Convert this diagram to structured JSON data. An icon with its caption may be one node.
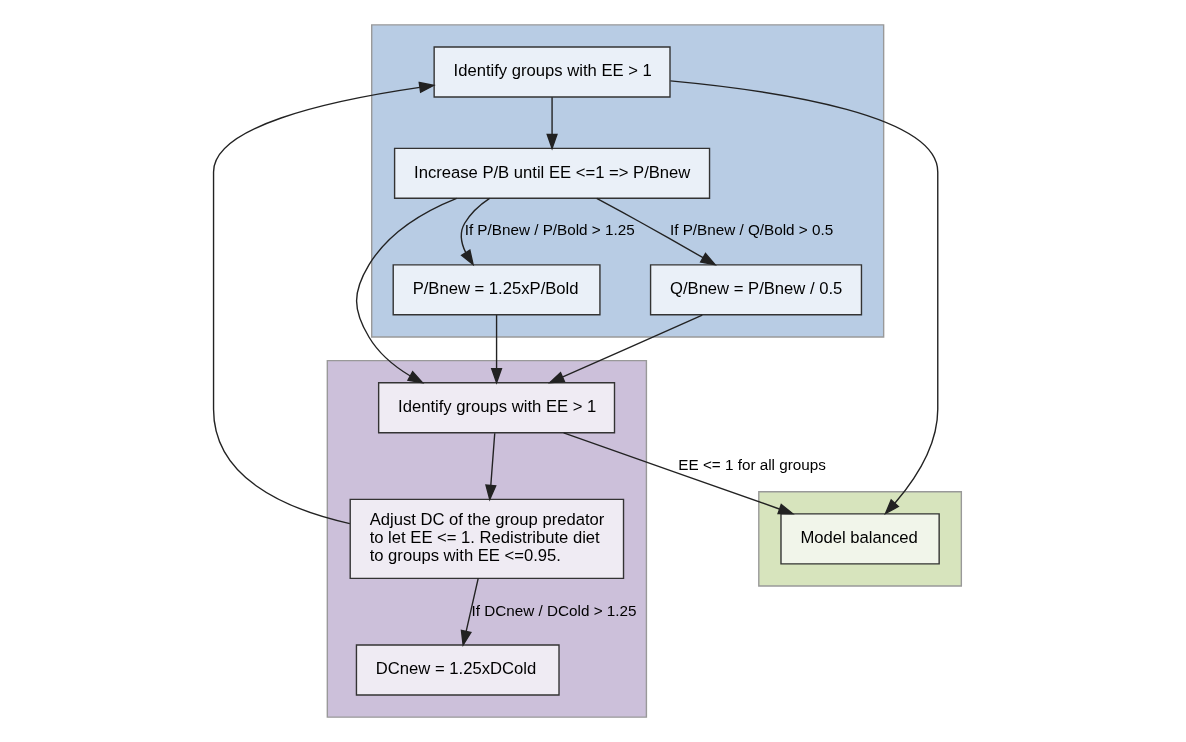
{
  "diagram": {
    "nodes": [
      {
        "text": [],
        "shape": "band"
      },
      {
        "text": [
          "Identify groups with EE > 1"
        ],
        "in": 0
      },
      {
        "text": [
          "Increase P/B until EE <=1 => P/Bnew"
        ],
        "in": 0
      },
      {
        "text": [
          "P/Bnew = 1.25xP/Bold"
        ],
        "in": 0
      },
      {
        "text": [
          "Q/Bnew = P/Bnew / 0.5"
        ],
        "in": 0
      },
      {
        "text": [],
        "shape": "band"
      },
      {
        "text": [
          "Identify groups with EE > 1"
        ],
        "in": 5
      },
      {
        "text": [
          "Adjust DC of the group predator to let EE <= 1. Redistribute diet to groups with EE <=0.95."
        ],
        "in": 5
      },
      {
        "text": [
          "DCnew = 1.25xDCold"
        ],
        "in": 5
      },
      {
        "text": [],
        "shape": "band"
      },
      {
        "text": [
          "Model balanced"
        ],
        "in": 9
      }
    ],
    "edges": [
      {
        "from": 1,
        "to": 2,
        "arrow": "to"
      },
      {
        "from": 2,
        "to": 3,
        "arrow": "to",
        "label": "If P/Bnew / P/Bold > 1.25"
      },
      {
        "from": 2,
        "to": 4,
        "arrow": "to",
        "label": "If P/Bnew / Q/Bold > 0.5"
      },
      {
        "from": 2,
        "to": 6,
        "arrow": "to"
      },
      {
        "from": 3,
        "to": 6,
        "arrow": "to"
      },
      {
        "from": 4,
        "to": 6,
        "arrow": "to"
      },
      {
        "from": 6,
        "to": 7,
        "arrow": "to"
      },
      {
        "from": 7,
        "to": 8,
        "arrow": "to",
        "label": "If DCnew / DCold > 1.25"
      },
      {
        "from": 7,
        "to": 1,
        "arrow": "to"
      },
      {
        "from": 1,
        "to": 10,
        "arrow": "to"
      },
      {
        "from": 6,
        "to": 10,
        "arrow": "to",
        "label": "EE <= 1 for all groups"
      }
    ]
  }
}
